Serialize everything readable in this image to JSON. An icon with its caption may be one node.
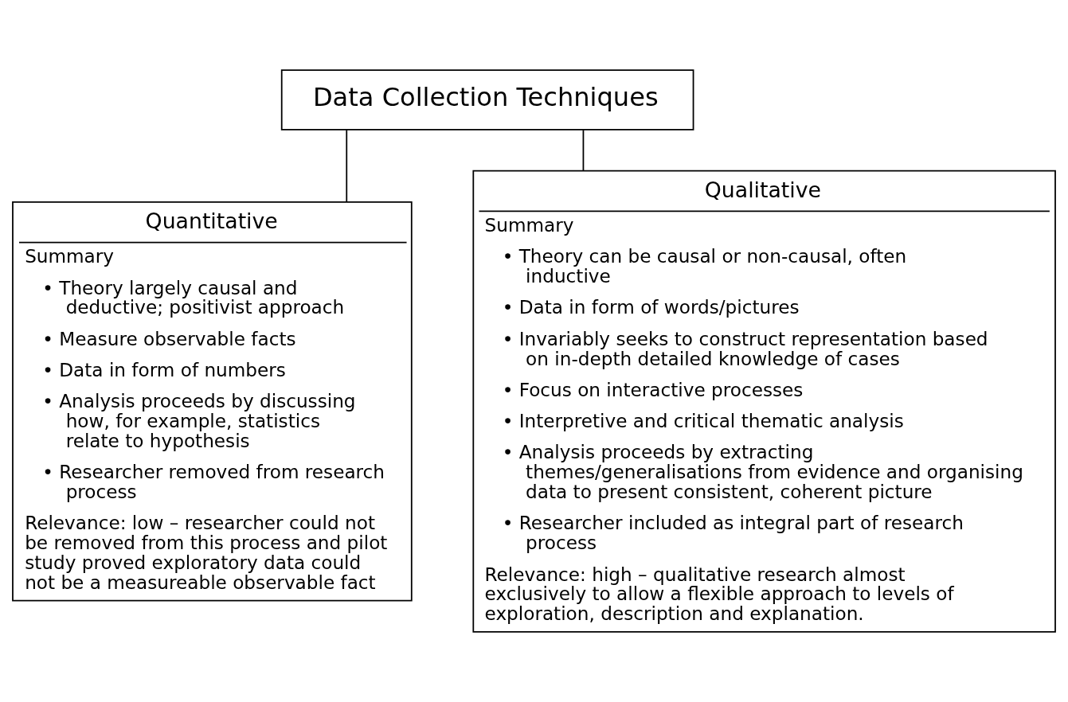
{
  "diagram": {
    "nodes": [
      {
        "text": [
          "Data Collection Techniques"
        ]
      },
      {
        "text": [
          "Quantitative",
          "Summary",
          "• Theory largely causal and deductive; positivist approach",
          "• Measure observable facts",
          "• Data in form of numbers",
          "• Analysis proceeds by discussing how, for example, statistics relate to hypothesis",
          "• Researcher removed from research process",
          "Relevance: low – researcher could not be removed from this process and pilot study proved exploratory data could not be a measureable observable fact"
        ]
      },
      {
        "text": [
          "Qualitative",
          "Summary",
          "• Theory can be causal or non-causal, often inductive",
          "• Data in form of words/pictures",
          "• Invariably seeks to construct representation based on in-depth detailed knowledge of cases",
          "• Focus on interactive processes",
          "• Interpretive and critical thematic analysis",
          "• Analysis proceeds by extracting themes/generalisations from evidence and organising data to present consistent, coherent picture",
          "• Researcher included as integral part of research process",
          "Relevance: high – qualitative research almost exclusively to allow a flexible approach to levels of exploration, description and explanation."
        ]
      }
    ],
    "edges": [
      {
        "from": 0,
        "to": 1,
        "arrow": "none"
      },
      {
        "from": 0,
        "to": 2,
        "arrow": "none"
      }
    ]
  }
}
